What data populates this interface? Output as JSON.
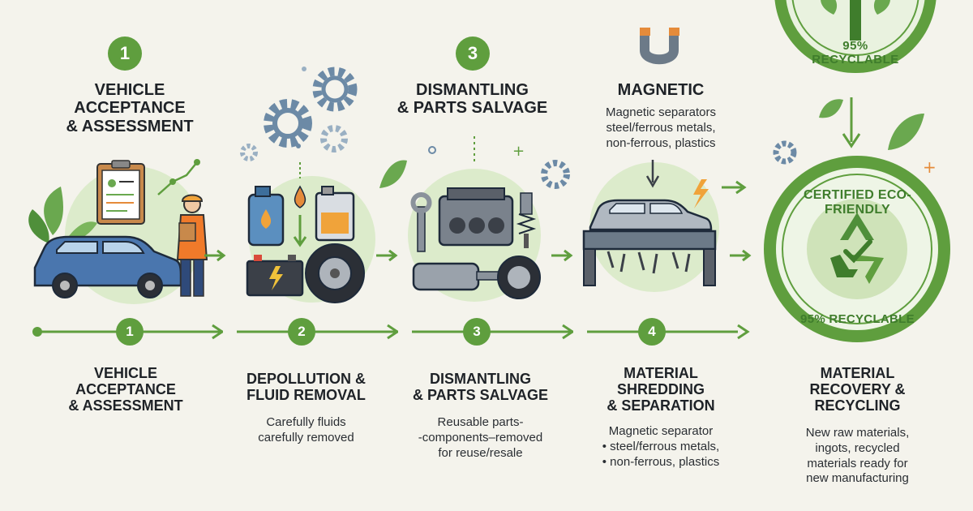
{
  "top_steps": [
    {
      "number": "1",
      "title": "VEHICLE\nACCEPTANCE\n& ASSESSMENT"
    },
    {
      "number": "3",
      "title": "DISMANTLING\n& PARTS SALVAGE"
    },
    {
      "title": "MAGNETIC",
      "description": "Magnetic separators\nsteel/ferrous metals,\nnon-ferrous, plastics"
    }
  ],
  "timeline_numbers": [
    "1",
    "2",
    "3",
    "4"
  ],
  "bottom_steps": [
    {
      "title": "VEHICLE\nACCEPTANCE\n& ASSESSMENT",
      "description": ""
    },
    {
      "title": "DEPOLLUTION &\nFLUID REMOVAL",
      "description": "Carefully fluids\ncarefully removed"
    },
    {
      "title": "DISMANTLING\n& PARTS SALVAGE",
      "description": "Reusable parts-\n-components–removed\nfor reuse/resale"
    },
    {
      "title": "MATERIAL\nSHREDDING\n& SEPARATION",
      "description": "Magnetic separator\n• steel/ferrous metals,\n• non-ferrous, plastics"
    },
    {
      "title": "MATERIAL\nRECOVERY &\nRECYCLING",
      "description": "New raw materials,\ningots, recycled\nmaterials ready for\nnew manufacturing"
    }
  ],
  "badges": {
    "top_badge_text": "95% RECYCLABLE",
    "main_badge_top_text": "CERTIFIED ECO-FRIENDLY",
    "main_badge_bottom_text": "95% RECYCLABLE"
  },
  "icons": [
    "car-icon",
    "worker-icon",
    "clipboard-icon",
    "gear-icon",
    "oil-can-icon",
    "battery-icon",
    "tire-icon",
    "engine-icon",
    "wrench-icon",
    "magnet-icon",
    "shredder-icon",
    "recycle-icon",
    "leaf-icon",
    "tree-icon"
  ],
  "colors": {
    "accent_green": "#5f9e3e",
    "light_green": "#d7e8c4",
    "dark_green": "#3f7d2c",
    "gear_blue": "#6c8aa6",
    "car_blue": "#4a76ae",
    "background": "#f4f3ec"
  }
}
